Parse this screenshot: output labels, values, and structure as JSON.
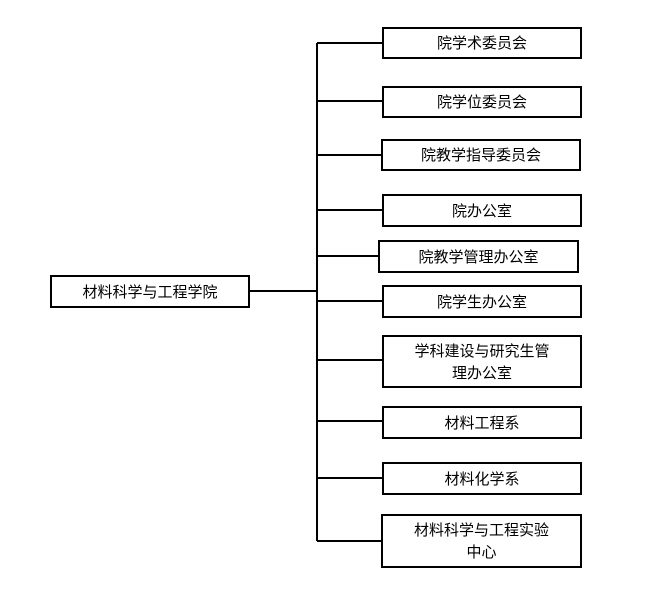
{
  "root": {
    "label": "材料科学与工程学院"
  },
  "units": [
    {
      "label": "院学术委员会"
    },
    {
      "label": "院学位委员会"
    },
    {
      "label": "院教学指导委员会"
    },
    {
      "label": "院办公室"
    },
    {
      "label": "院教学管理办公室"
    },
    {
      "label": "院学生办公室"
    },
    {
      "label": "学科建设与研究生管\n理办公室"
    },
    {
      "label": "材料工程系"
    },
    {
      "label": "材料化学系"
    },
    {
      "label": "材料科学与工程实验\n中心"
    }
  ],
  "colors": {
    "line": "#000000",
    "box_border": "#000000",
    "background": "#ffffff",
    "text": "#000000"
  }
}
